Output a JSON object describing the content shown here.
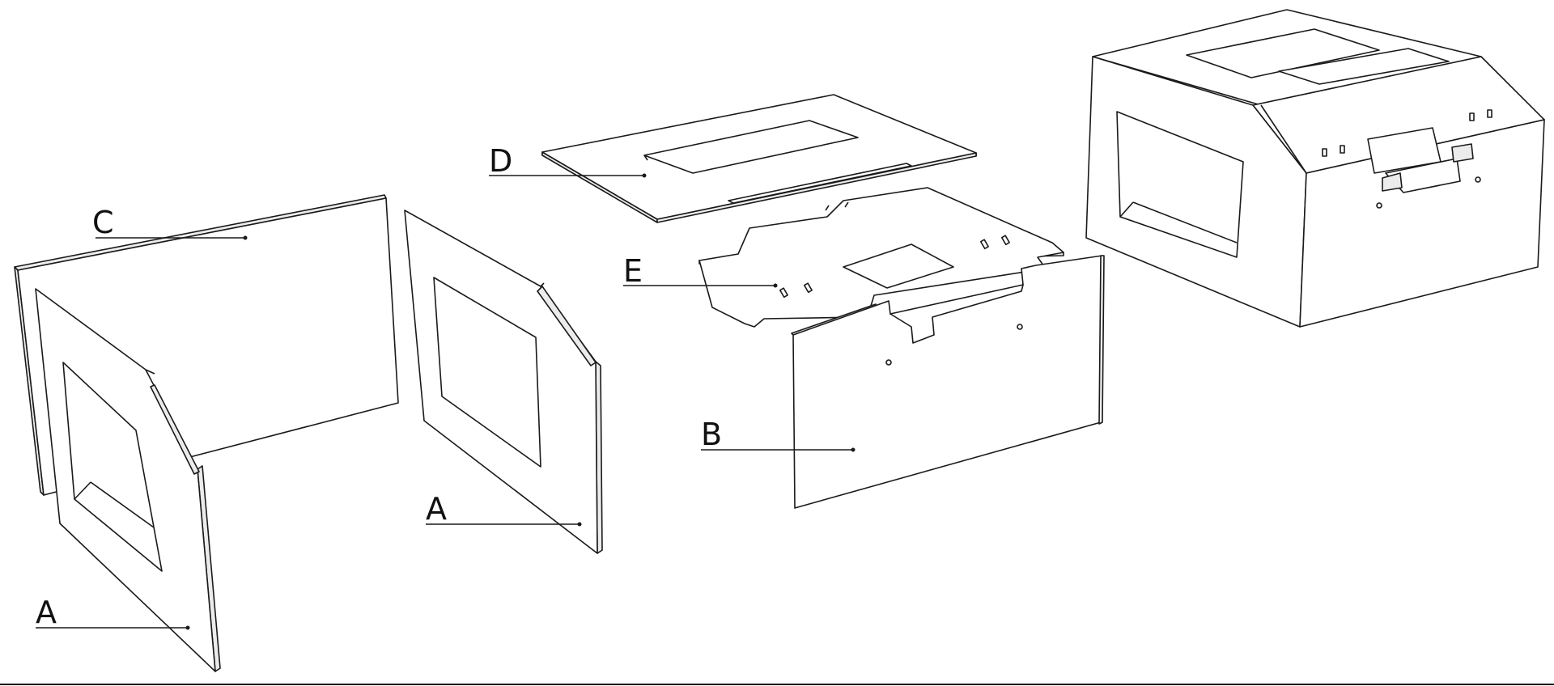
{
  "labels": {
    "a_left": "A",
    "a_right": "A",
    "b": "B",
    "c": "C",
    "d": "D",
    "e": "E"
  },
  "colors": {
    "stroke": "#1a1a1a",
    "fill": "#ffffff",
    "edge": "#ececec"
  }
}
